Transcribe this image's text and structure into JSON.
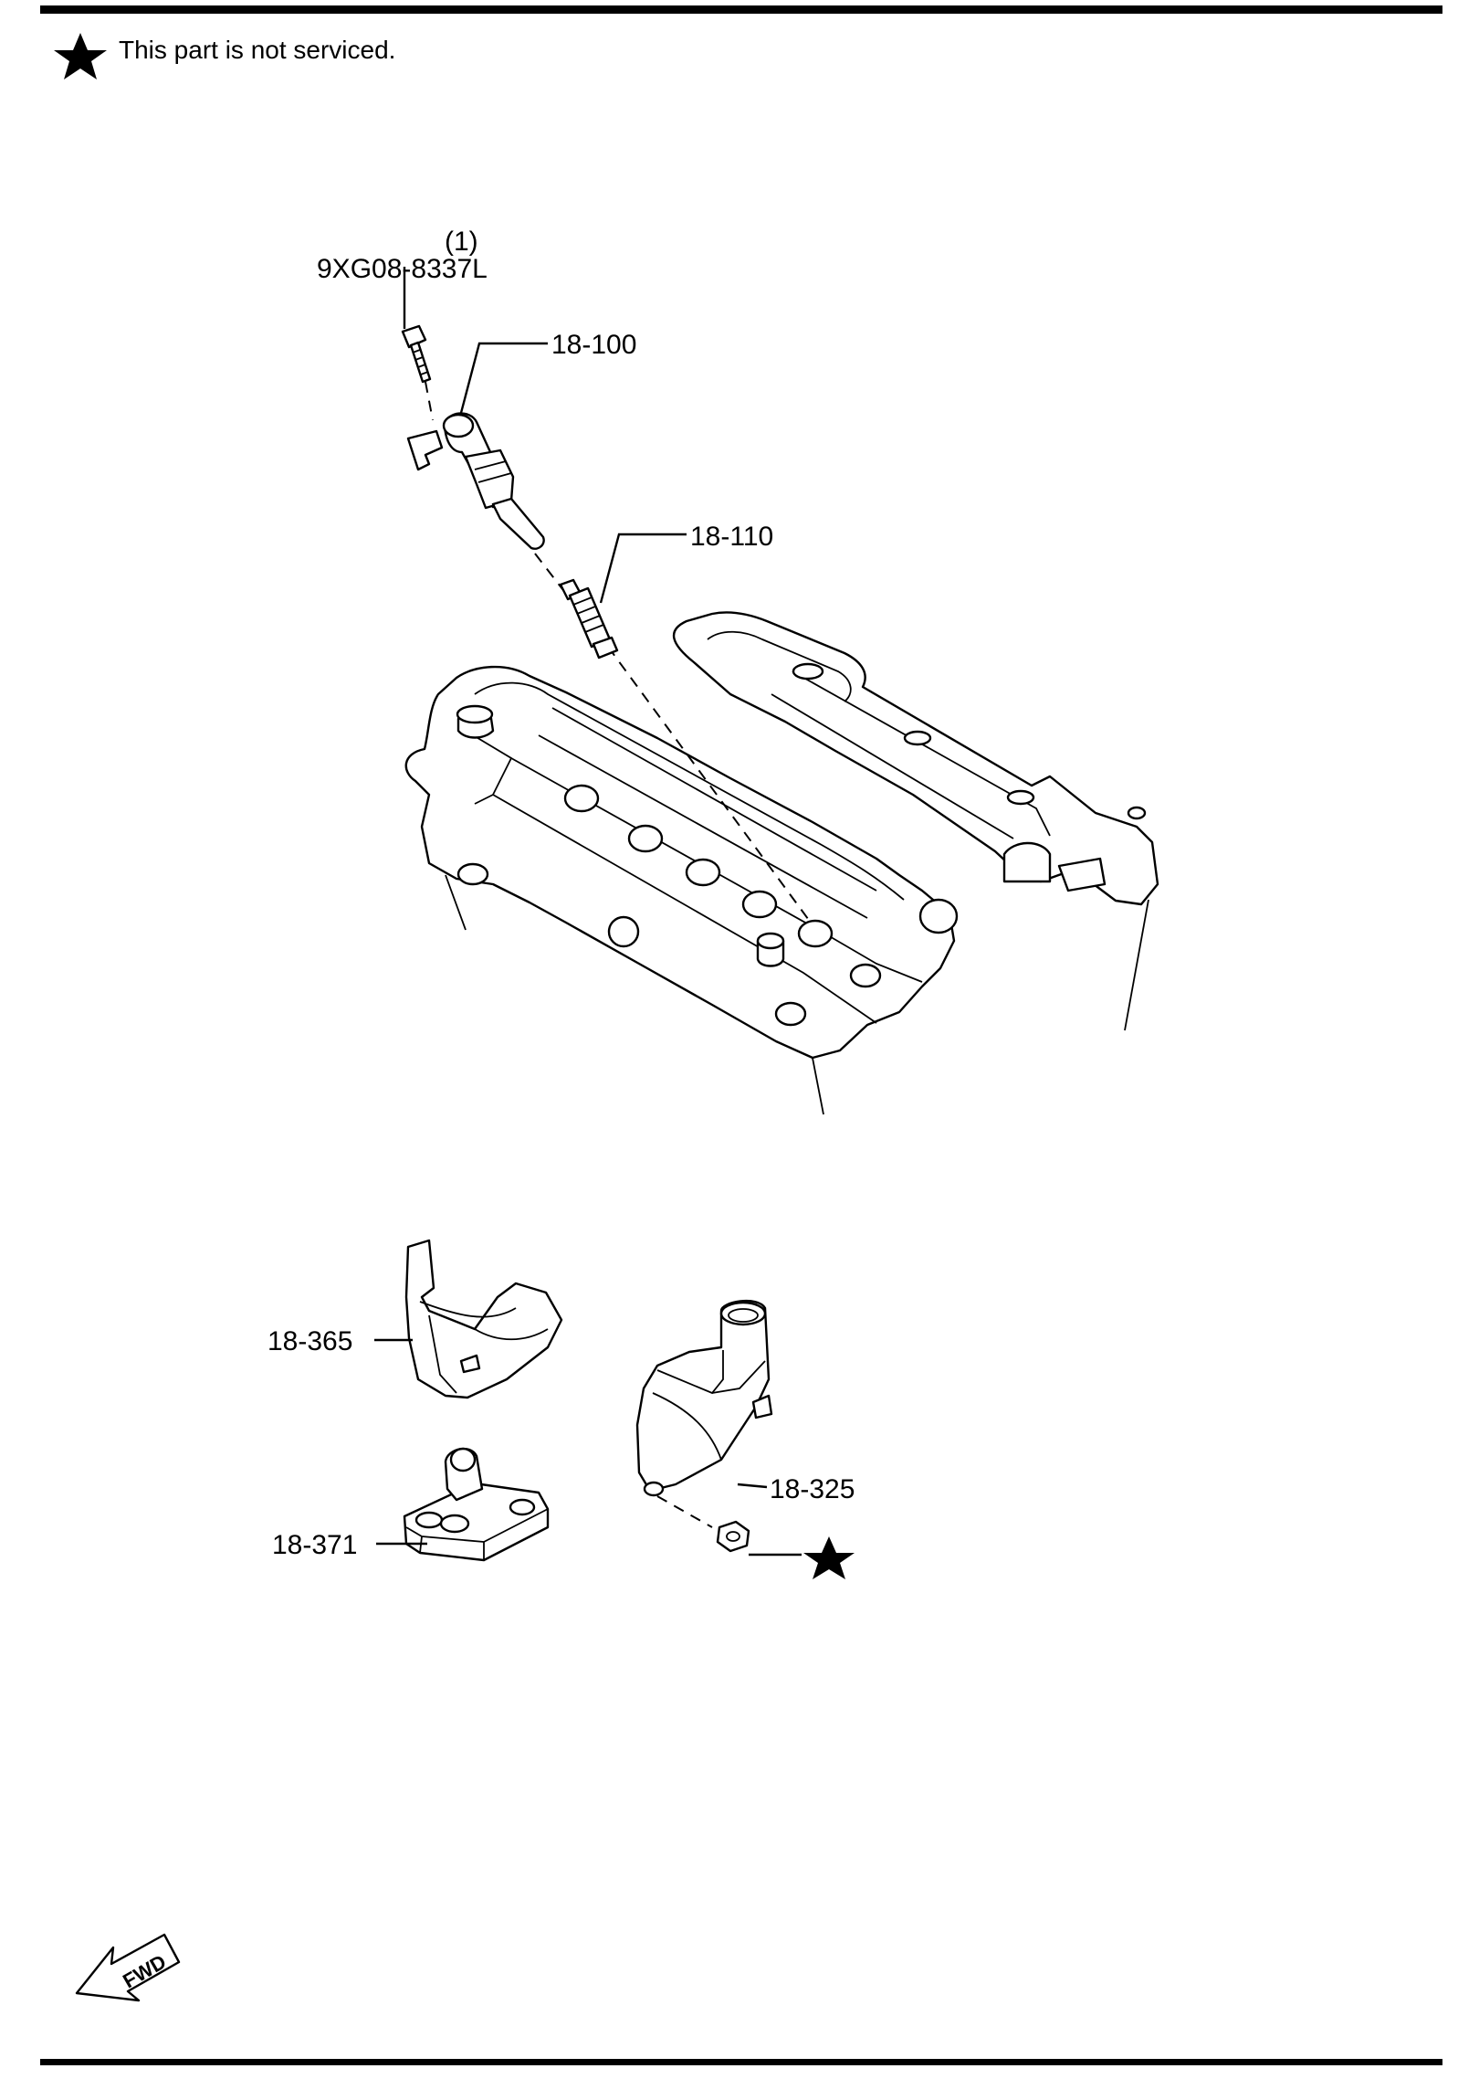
{
  "legend": {
    "star_icon": "star-icon",
    "text": "This part is not serviced."
  },
  "callouts": {
    "bolt_qty": "(1)",
    "bolt_part": "9XG08-8337L",
    "ignition_coil": "18-100",
    "spark_plug": "18-110",
    "cover_365": "18-365",
    "bracket_371": "18-371",
    "cover_325": "18-325"
  },
  "orientation": {
    "arrow_icon": "fwd-arrow-icon",
    "label": "FWD"
  }
}
